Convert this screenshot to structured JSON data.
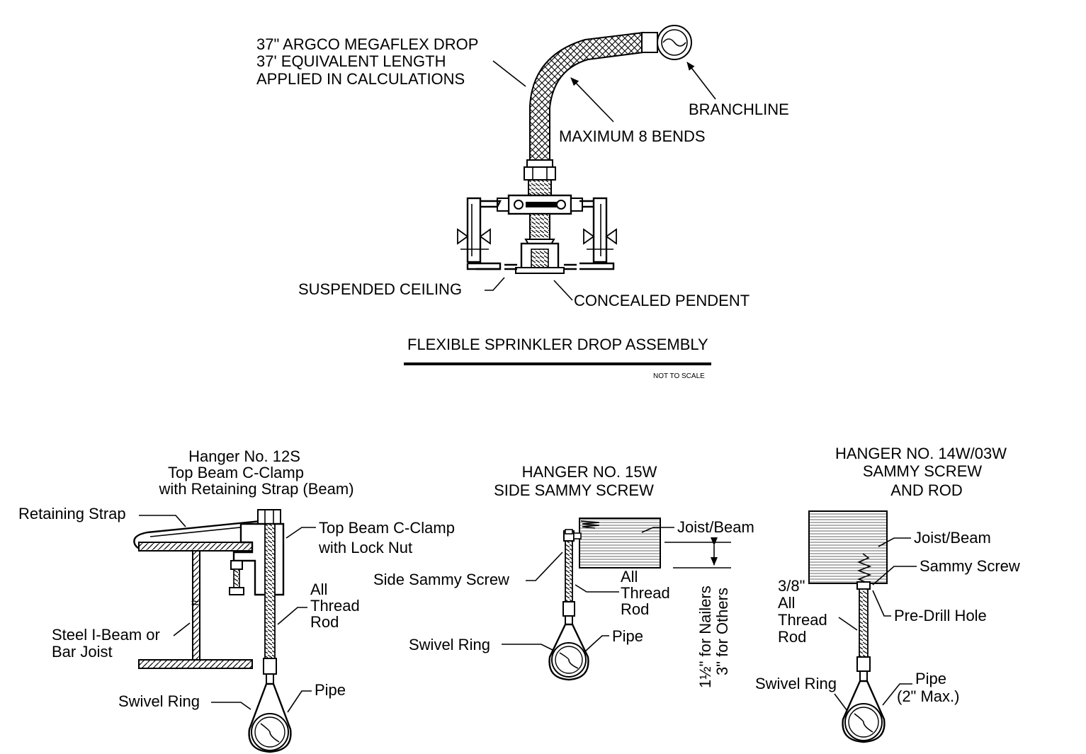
{
  "drop": {
    "callout_lines": [
      "37\" ARGCO MEGAFLEX DROP",
      "37' EQUIVALENT LENGTH",
      "APPLIED IN CALCULATIONS"
    ],
    "branchline": "BRANCHLINE",
    "max_bends": "MAXIMUM 8 BENDS",
    "suspended_ceiling": "SUSPENDED CEILING",
    "concealed_pendent": "CONCEALED PENDENT",
    "title": "FLEXIBLE SPRINKLER DROP ASSEMBLY",
    "scale_note": "NOT TO SCALE"
  },
  "hanger_12s": {
    "title_lines": [
      "Hanger No. 12S",
      "Top Beam C-Clamp",
      "with Retaining Strap (Beam)"
    ],
    "retaining_strap": "Retaining Strap",
    "clamp_lines": [
      "Top Beam C-Clamp",
      "with  Lock Nut"
    ],
    "rod_lines": [
      "All",
      "Thread",
      "Rod"
    ],
    "beam_lines": [
      "Steel I-Beam or",
      "Bar Joist"
    ],
    "swivel_ring": "Swivel Ring",
    "pipe": "Pipe"
  },
  "hanger_15w": {
    "title_lines": [
      "HANGER NO. 15W",
      "SIDE SAMMY SCREW"
    ],
    "joist": "Joist/Beam",
    "screw": "Side Sammy Screw",
    "rod_lines": [
      "All",
      "Thread",
      "Rod"
    ],
    "dim_lines": [
      "1½\" for Nailers",
      "3\" for Others"
    ],
    "swivel_ring": "Swivel Ring",
    "pipe": "Pipe"
  },
  "hanger_14w": {
    "title_lines": [
      "HANGER NO. 14W/03W",
      "SAMMY SCREW",
      "AND ROD"
    ],
    "joist": "Joist/Beam",
    "screw": "Sammy Screw",
    "rod_lines": [
      "3/8\"",
      "All",
      "Thread",
      "Rod"
    ],
    "hole": "Pre-Drill Hole",
    "swivel_ring": "Swivel Ring",
    "pipe_lines": [
      "Pipe",
      "(2\" Max.)"
    ]
  }
}
